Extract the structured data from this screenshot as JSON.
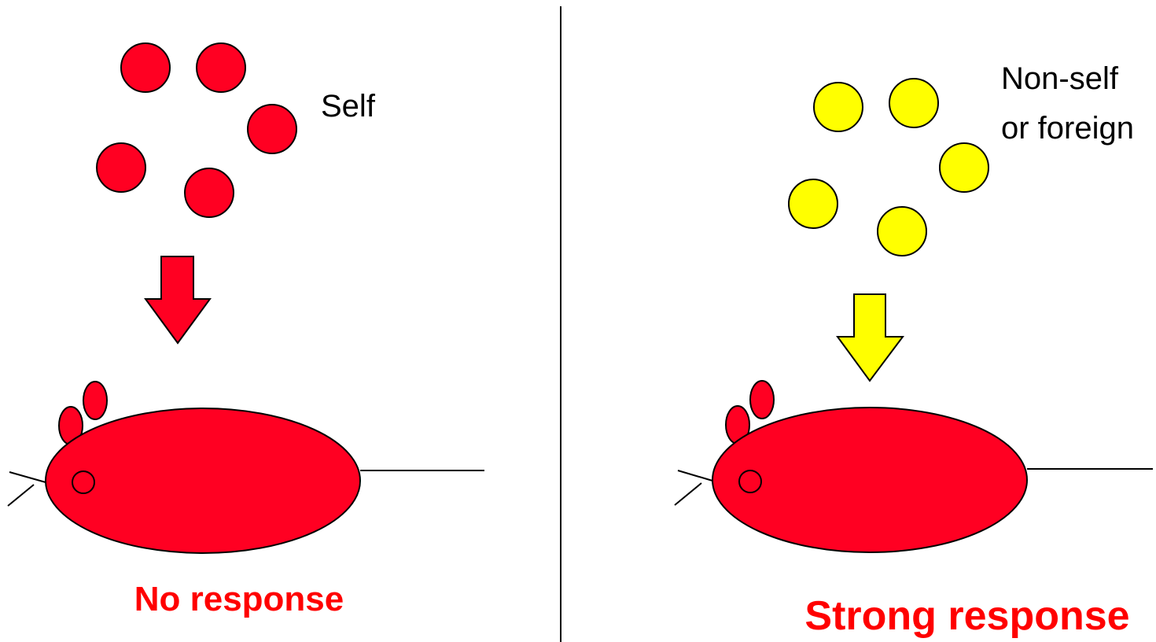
{
  "left_panel": {
    "cells_label": "Self",
    "caption": "No response",
    "cell_color": "#ff0022",
    "arrow_color": "#ff0022",
    "mouse_color": "#ff0022"
  },
  "right_panel": {
    "cells_label_line1": "Non-self",
    "cells_label_line2": "or foreign",
    "caption": "Strong response",
    "cell_color": "#ffff00",
    "arrow_color": "#ffff00",
    "mouse_color": "#ff0022"
  },
  "colors": {
    "caption": "#ff0000",
    "outline": "#000000"
  }
}
